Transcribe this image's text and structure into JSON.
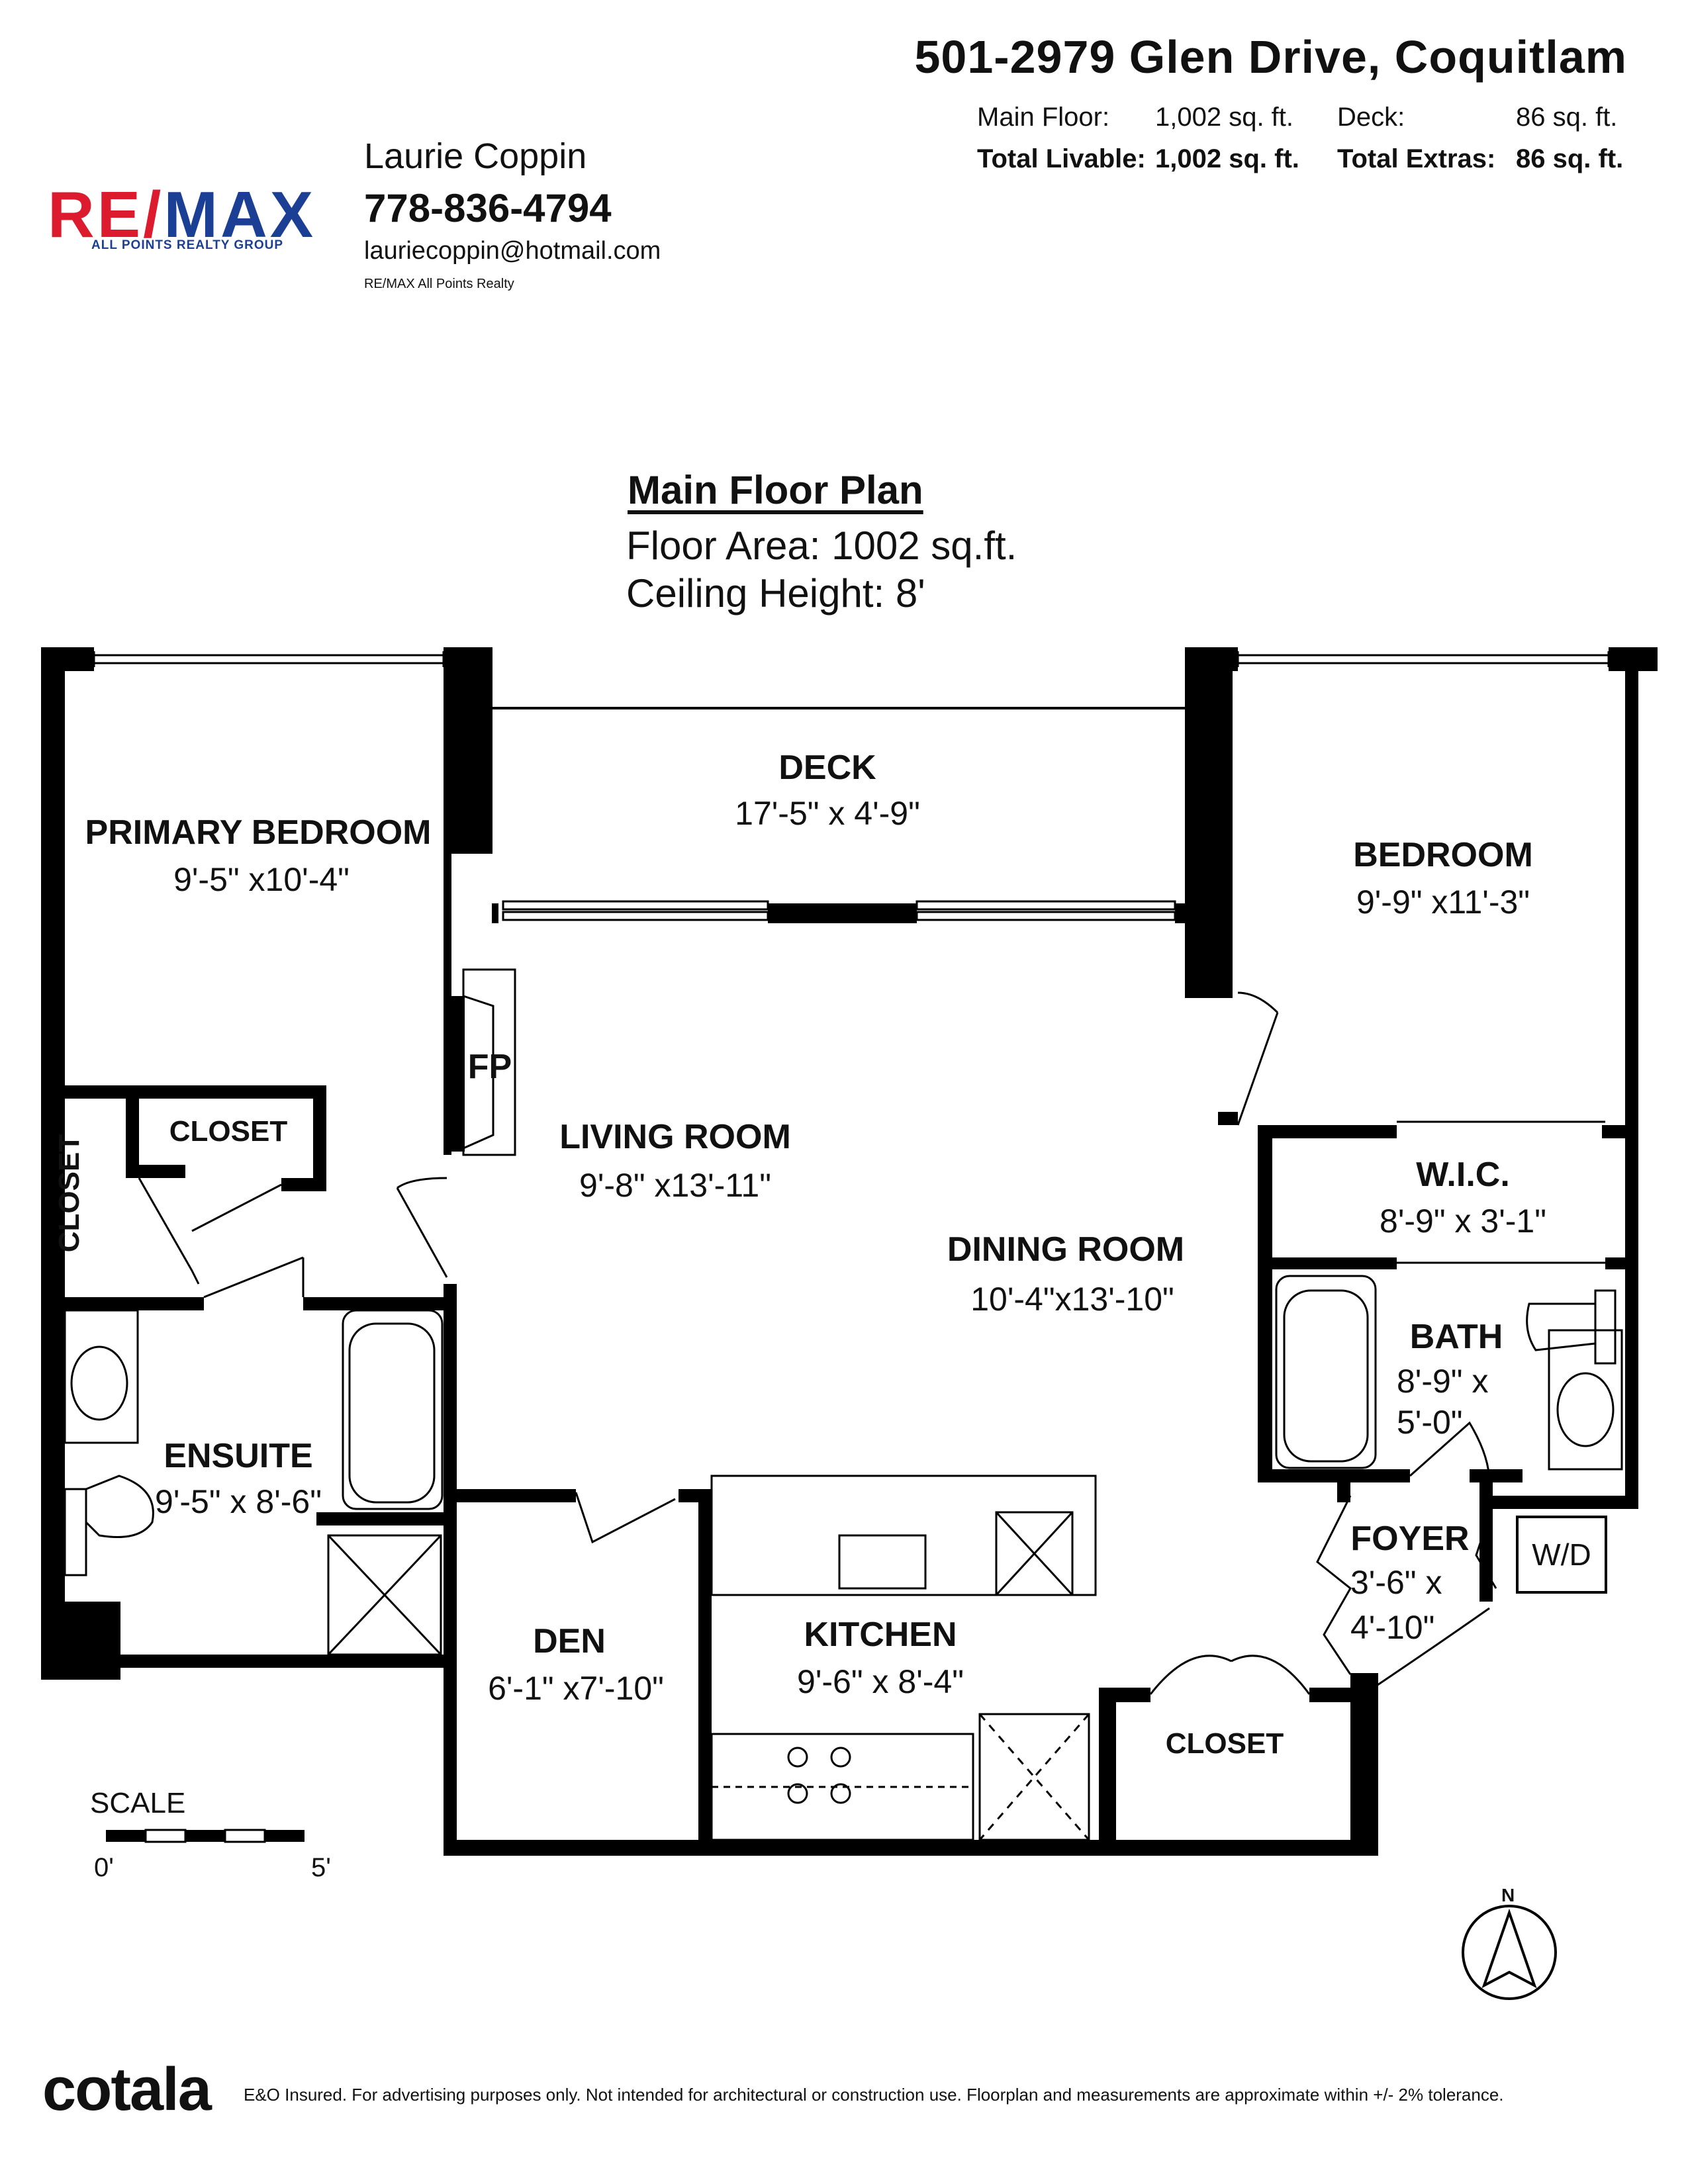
{
  "header": {
    "address": "501-2979 Glen Drive, Coquitlam",
    "main_floor_label": "Main Floor:",
    "main_floor_value": "1,002 sq. ft.",
    "deck_label": "Deck:",
    "deck_value": "86 sq. ft.",
    "total_livable_label": "Total Livable:",
    "total_livable_value": "1,002 sq. ft.",
    "total_extras_label": "Total Extras:",
    "total_extras_value": "86 sq. ft."
  },
  "brand": {
    "logo_left": "RE/",
    "logo_right": "MAX",
    "logo_sub": "ALL POINTS REALTY GROUP",
    "logo_red": "#dc1c2e",
    "logo_blue": "#1b3f94"
  },
  "agent": {
    "name": "Laurie Coppin",
    "phone": "778-836-4794",
    "email": "lauriecoppin@hotmail.com",
    "brokerage": "RE/MAX All Points Realty"
  },
  "plan": {
    "title": "Main Floor Plan",
    "floor_area": "Floor Area: 1002 sq.ft.",
    "ceiling_height": "Ceiling Height: 8'"
  },
  "rooms": {
    "deck": {
      "name": "DECK",
      "dims": "17'-5\" x  4'-9\""
    },
    "primary_bedroom": {
      "name": "PRIMARY BEDROOM",
      "dims": "9'-5\" x10'-4\""
    },
    "bedroom": {
      "name": "BEDROOM",
      "dims": "9'-9\" x11'-3\""
    },
    "living_room": {
      "name": "LIVING ROOM",
      "dims": "9'-8\" x13'-11\""
    },
    "dining_room": {
      "name": "DINING ROOM",
      "dims": "10'-4\"x13'-10\""
    },
    "wic": {
      "name": "W.I.C.",
      "dims": "8'-9\" x  3'-1\""
    },
    "bath": {
      "name": "BATH",
      "dims_line1": "8'-9\" x",
      "dims_line2": "5'-0\""
    },
    "ensuite": {
      "name": "ENSUITE",
      "dims": "9'-5\" x  8'-6\""
    },
    "foyer": {
      "name": "FOYER",
      "dims_line1": "3'-6\" x",
      "dims_line2": "4'-10\""
    },
    "den": {
      "name": "DEN",
      "dims": "6'-1\" x7'-10\""
    },
    "kitchen": {
      "name": "KITCHEN",
      "dims": "9'-6\" x  8'-4\""
    },
    "closet_1": {
      "name": "CLOSET"
    },
    "closet_2": {
      "name": "CLOSET"
    },
    "closet_3": {
      "name": "CLOSET"
    },
    "fireplace": {
      "name": "FP"
    },
    "washer_dryer": {
      "name": "W/D"
    }
  },
  "scale": {
    "label": "SCALE",
    "start": "0'",
    "end": "5'"
  },
  "compass": {
    "label": "N"
  },
  "footer": {
    "brand": "cotala",
    "disclaimer": "E&O Insured. For advertising purposes only. Not intended for architectural or construction use. Floorplan and measurements are approximate within +/- 2% tolerance."
  }
}
